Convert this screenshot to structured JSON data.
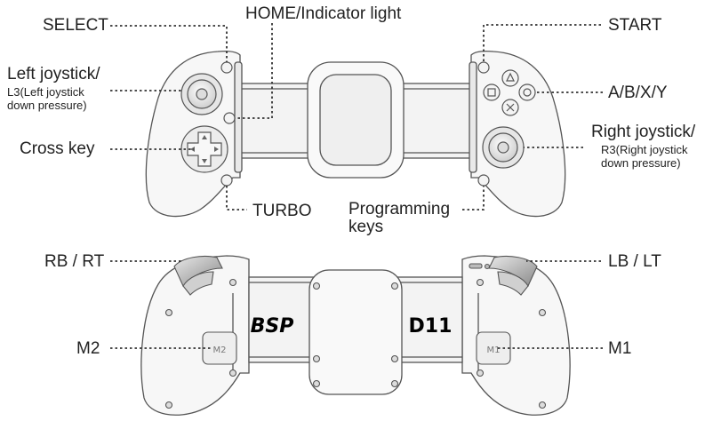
{
  "labels": {
    "select": "SELECT",
    "home": "HOME/Indicator light",
    "start": "START",
    "left_joystick": "Left joystick/",
    "left_joystick_sub_1": "L3(Left joystick",
    "left_joystick_sub_2": "down pressure)",
    "abxy": "A/B/X/Y",
    "right_joystick": "Right joystick/",
    "right_joystick_sub_1": "R3(Right joystick",
    "right_joystick_sub_2": "down pressure)",
    "cross_key": "Cross key",
    "turbo": "TURBO",
    "programming_1": "Programming",
    "programming_2": "keys",
    "rb_rt": "RB / RT",
    "lb_lt": "LB / LT",
    "m2": "M2",
    "m1": "M1"
  },
  "device": {
    "brand_logo": "BSP",
    "model": "D11",
    "paddle_left_mark": "M2",
    "paddle_right_mark": "M1"
  },
  "icons": [
    "select-button-icon",
    "home-button-icon",
    "start-button-icon",
    "left-joystick-icon",
    "right-joystick-icon",
    "dpad-icon",
    "face-buttons-icon",
    "turbo-button-icon",
    "programming-button-icon",
    "bumper-trigger-icon",
    "back-paddle-icon"
  ],
  "colors": {
    "line": "#444444",
    "outline": "#555555",
    "fill": "#f7f7f7"
  }
}
